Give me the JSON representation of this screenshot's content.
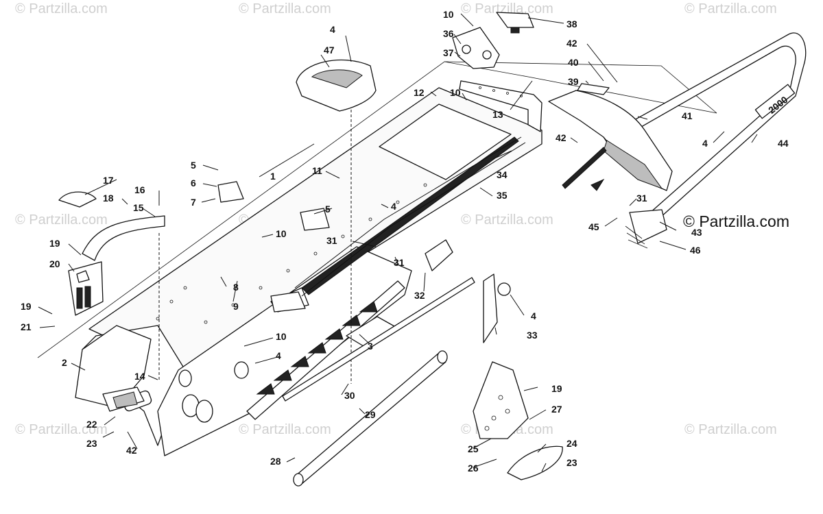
{
  "watermark": {
    "text": "© Partzilla.com",
    "featured_text": "© Partzilla.com"
  },
  "labels": {
    "l1": "1",
    "l2": "2",
    "l3": "3",
    "l4a": "4",
    "l4b": "4",
    "l4c": "4",
    "l4d": "4",
    "l4e": "4",
    "l5a": "5",
    "l5b": "5",
    "l6": "6",
    "l7": "7",
    "l8": "8",
    "l9": "9",
    "l10a": "10",
    "l10b": "10",
    "l10c": "10",
    "l10d": "10",
    "l11": "11",
    "l12": "12",
    "l13": "13",
    "l14": "14",
    "l15": "15",
    "l16": "16",
    "l17": "17",
    "l18": "18",
    "l19a": "19",
    "l19b": "19",
    "l19c": "19",
    "l20": "20",
    "l21": "21",
    "l22": "22",
    "l23a": "23",
    "l23b": "23",
    "l24": "24",
    "l25": "25",
    "l26": "26",
    "l27": "27",
    "l28": "28",
    "l29": "29",
    "l30": "30",
    "l31a": "31",
    "l31b": "31",
    "l31c": "31",
    "l32": "32",
    "l33": "33",
    "l34": "34",
    "l35": "35",
    "l36": "36",
    "l37": "37",
    "l38": "38",
    "l39": "39",
    "l40": "40",
    "l41": "41",
    "l42a": "42",
    "l42b": "42",
    "l42c": "42",
    "l43": "43",
    "l44": "44",
    "l45": "45",
    "l46": "46",
    "l47": "47"
  },
  "bumper_decal": "2000"
}
